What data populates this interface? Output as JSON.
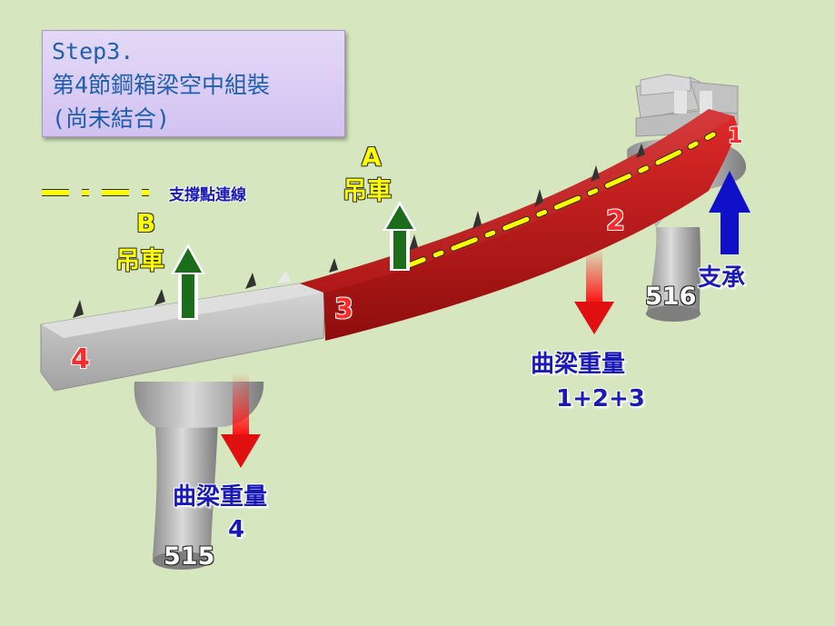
{
  "title": {
    "line1": "Step3.",
    "line2": "第4節鋼箱梁空中組裝",
    "line3": "(尚未結合)"
  },
  "legend": {
    "label": "支撐點連線"
  },
  "cranes": [
    {
      "letter": "A",
      "word": "吊車"
    },
    {
      "letter": "B",
      "word": "吊車"
    }
  ],
  "support": {
    "label": "支承"
  },
  "weights": [
    {
      "label": "曲梁重量",
      "value": "1+2+3"
    },
    {
      "label": "曲梁重量",
      "value": "4"
    }
  ],
  "piers": [
    {
      "number": "516"
    },
    {
      "number": "515"
    }
  ],
  "segments": [
    "1",
    "2",
    "3",
    "4"
  ],
  "colors": {
    "girder_red": "#c01a1a",
    "concrete": "#b3b3b3",
    "crane_arrow": "#1b6d1b",
    "support_arrow": "#1010c8",
    "weight_arrow": "#e01010",
    "support_line": "#ffff00"
  }
}
